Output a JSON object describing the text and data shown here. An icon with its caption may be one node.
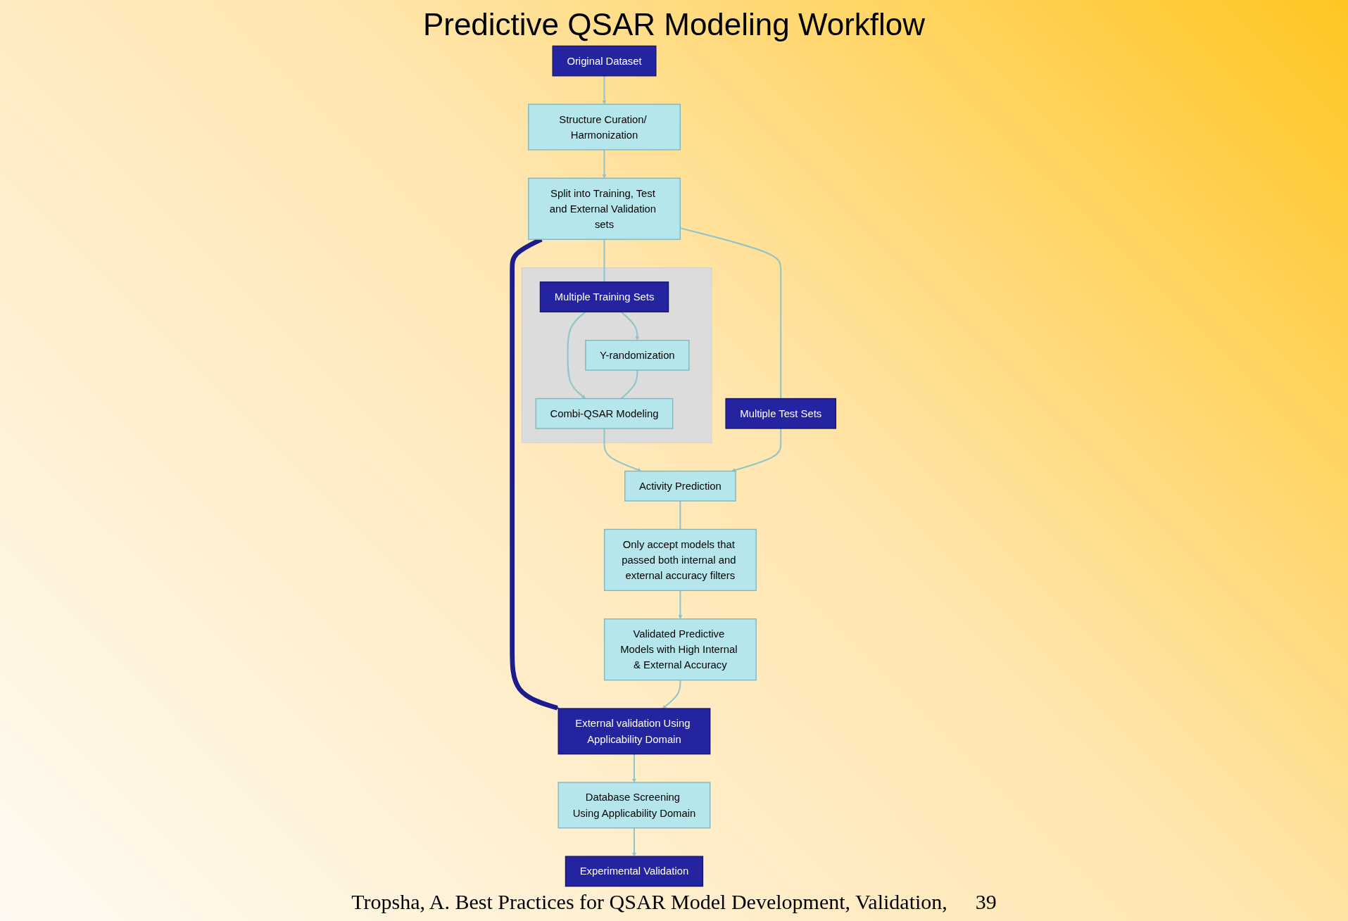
{
  "diagram": {
    "title": "Predictive QSAR Modeling Workflow",
    "caption": "Tropsha, A. Best Practices for QSAR Model Development, Validation,",
    "nodes": [
      {
        "text": [
          "Original Dataset"
        ]
      },
      {
        "text": [
          "Structure Curation/ Harmonization"
        ]
      },
      {
        "text": [
          "Split into Training, Test and External Validation sets"
        ]
      },
      {
        "text": [],
        "shape": "box"
      },
      {
        "text": [
          "Multiple Training Sets"
        ],
        "in": 3
      },
      {
        "text": [
          "Y-randomization"
        ],
        "in": 3
      },
      {
        "text": [
          "Combi-QSAR Modeling"
        ],
        "in": 3
      },
      {
        "text": [
          "Multiple Test Sets"
        ]
      },
      {
        "text": [
          "Activity Prediction"
        ]
      },
      {
        "text": [
          "Only accept models that passed both internal and external accuracy filters"
        ]
      },
      {
        "text": [
          "Validated Predictive Models with High Internal & External Accuracy"
        ]
      },
      {
        "text": [
          "External validation Using Applicability Domain"
        ]
      },
      {
        "text": [
          "Database Screening Using Applicability Domain"
        ]
      },
      {
        "text": [
          "Experimental Validation"
        ]
      }
    ],
    "edges": [
      {
        "from": 0,
        "to": 1,
        "arrow": "to"
      },
      {
        "from": 1,
        "to": 2,
        "arrow": "to"
      },
      {
        "from": 2,
        "to": 4,
        "arrow": "none"
      },
      {
        "from": 2,
        "to": 7,
        "arrow": "none"
      },
      {
        "from": 4,
        "to": 5,
        "arrow": "to"
      },
      {
        "from": 4,
        "to": 6,
        "arrow": "to"
      },
      {
        "from": 5,
        "to": 6,
        "arrow": "none"
      },
      {
        "from": 6,
        "to": 8,
        "arrow": "to"
      },
      {
        "from": 7,
        "to": 8,
        "arrow": "to"
      },
      {
        "from": 8,
        "to": 9,
        "arrow": "none"
      },
      {
        "from": 9,
        "to": 10,
        "arrow": "to"
      },
      {
        "from": 2,
        "to": 11,
        "arrow": "to",
        "style": "thick",
        "color": "#1c1c8c"
      },
      {
        "from": 10,
        "to": 11,
        "arrow": "to"
      },
      {
        "from": 11,
        "to": 12,
        "arrow": "to"
      },
      {
        "from": 12,
        "to": 13,
        "arrow": "to"
      }
    ],
    "labels": [
      "39"
    ]
  }
}
